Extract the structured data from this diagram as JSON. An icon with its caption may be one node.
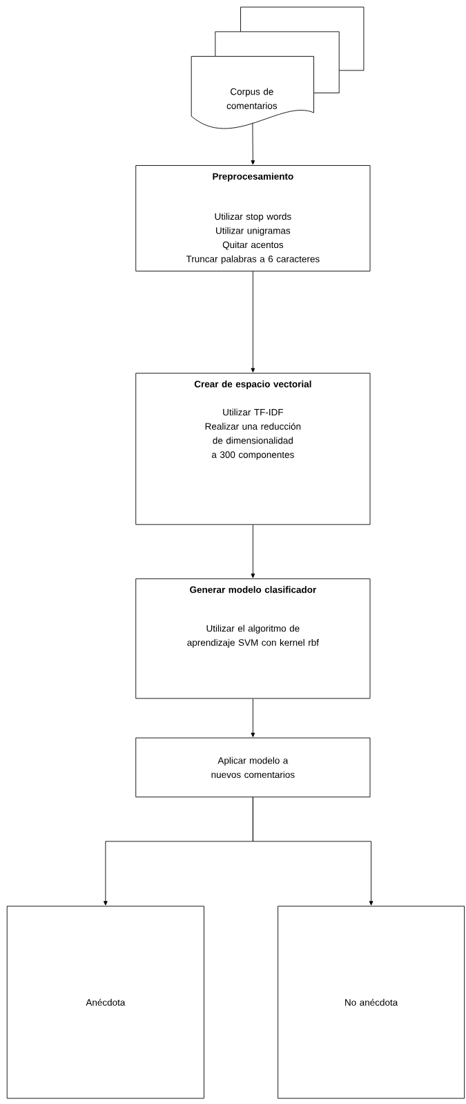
{
  "diagram": {
    "nodes": [
      {
        "text": [
          "Corpus de comentarios"
        ]
      },
      {
        "text": [
          "Preprocesamiento",
          "Utilizar stop words",
          "Utilizar unigramas",
          "Quitar acentos",
          "Truncar palabras a 6 caracteres"
        ]
      },
      {
        "text": [
          "Crear de espacio vectorial",
          "Utilizar TF-IDF",
          "Realizar una reducción de dimensionalidad a 300 componentes"
        ]
      },
      {
        "text": [
          "Generar modelo clasificador",
          "Utilizar el algoritmo de aprendizaje SVM con kernel rbf"
        ]
      },
      {
        "text": [
          "Aplicar modelo a nuevos comentarios"
        ]
      },
      {
        "text": [
          "Anécdota"
        ]
      },
      {
        "text": [
          "No anécdota"
        ]
      }
    ],
    "edges": [
      {
        "from": 0,
        "to": 1,
        "arrow": "to"
      },
      {
        "from": 1,
        "to": 2,
        "arrow": "to"
      },
      {
        "from": 2,
        "to": 3,
        "arrow": "to"
      },
      {
        "from": 3,
        "to": 4,
        "arrow": "to"
      },
      {
        "from": 4,
        "to": 5,
        "arrow": "to"
      },
      {
        "from": 4,
        "to": 6,
        "arrow": "to"
      }
    ]
  }
}
